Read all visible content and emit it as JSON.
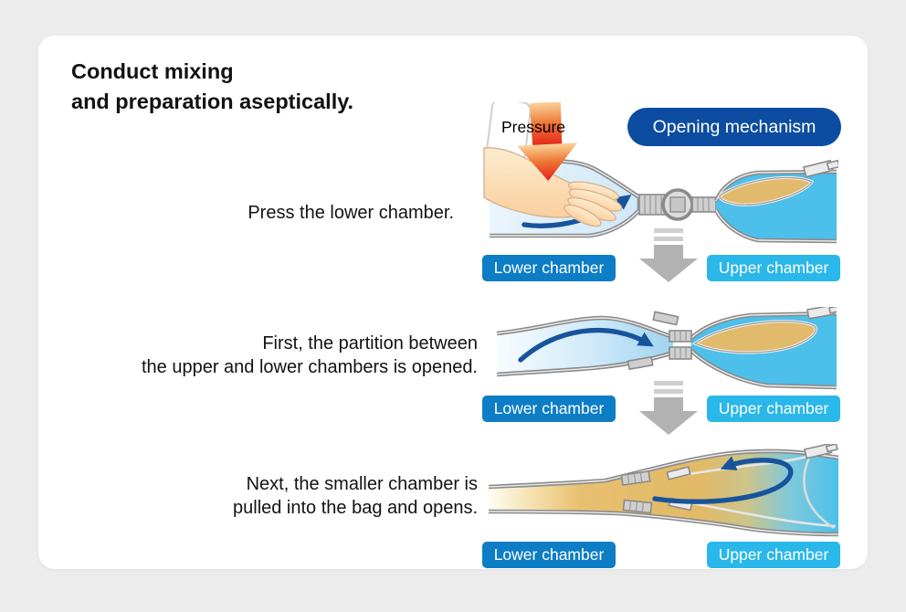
{
  "title": {
    "line1": "Conduct mixing",
    "line2": "and preparation aseptically."
  },
  "badge": {
    "label": "Opening mechanism"
  },
  "pressure_label": "Pressure",
  "steps": [
    {
      "caption": [
        "Press the lower chamber."
      ],
      "lower_label": "Lower chamber",
      "upper_label": "Upper chamber"
    },
    {
      "caption": [
        "First, the partition between",
        "the upper and lower chambers is opened."
      ],
      "lower_label": "Lower chamber",
      "upper_label": "Upper chamber"
    },
    {
      "caption": [
        "Next, the smaller chamber is",
        "pulled into the bag and opens."
      ],
      "lower_label": "Lower chamber",
      "upper_label": "Upper chamber"
    }
  ],
  "colors": {
    "page_bg": "#ececec",
    "card_bg": "#ffffff",
    "title_color": "#121212",
    "badge_bg": "#0c4da1",
    "badge_text": "#ffffff",
    "lower_badge_bg": "#0d7dc6",
    "upper_badge_bg": "#2ab7e9",
    "label_text": "#ffffff",
    "down_arrow": "#b2b2b2",
    "flow_arrow": "#17549c",
    "upper_liquid": "#4cbfea",
    "lower_liquid": "#d9ecf9",
    "mix_liquid": "#e2b966",
    "pressure_red": "#e31e18"
  }
}
